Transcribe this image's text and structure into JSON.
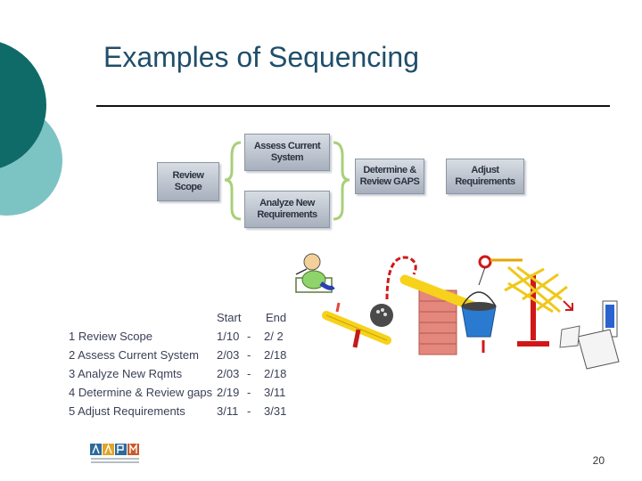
{
  "slide": {
    "title": "Examples of Sequencing",
    "page_number": "20"
  },
  "flow": {
    "review_scope": "Review\nScope",
    "assess_current": "Assess Current\nSystem",
    "analyze_new": "Analyze New\nRequirements",
    "determine_review": "Determine &\nReview GAPS",
    "adjust_requirements": "Adjust\nRequirements"
  },
  "schedule": {
    "headers": {
      "start": "Start",
      "end": "End"
    },
    "rows": [
      {
        "task": "1 Review Scope",
        "start": "1/10",
        "dash": "-",
        "end": "2/ 2"
      },
      {
        "task": "2 Assess Current System",
        "start": "2/03",
        "dash": "-",
        "end": "2/18"
      },
      {
        "task": "3 Analyze New Rqmts",
        "start": "2/03",
        "dash": "-",
        "end": "2/18"
      },
      {
        "task": "4 Determine & Review gaps",
        "start": "2/19",
        "dash": "-",
        "end": "3/11"
      },
      {
        "task": "5 Adjust Requirements",
        "start": "3/11",
        "dash": "-",
        "end": "3/31"
      }
    ]
  },
  "colors": {
    "teal_dark": "#0f6b68",
    "teal_light": "#6fbfbf",
    "title": "#1f4e6b",
    "bracket": "#a9cf7a"
  },
  "icons": [
    "slide-corner-decoration",
    "chain-reaction-illustration",
    "aapm-logo"
  ]
}
